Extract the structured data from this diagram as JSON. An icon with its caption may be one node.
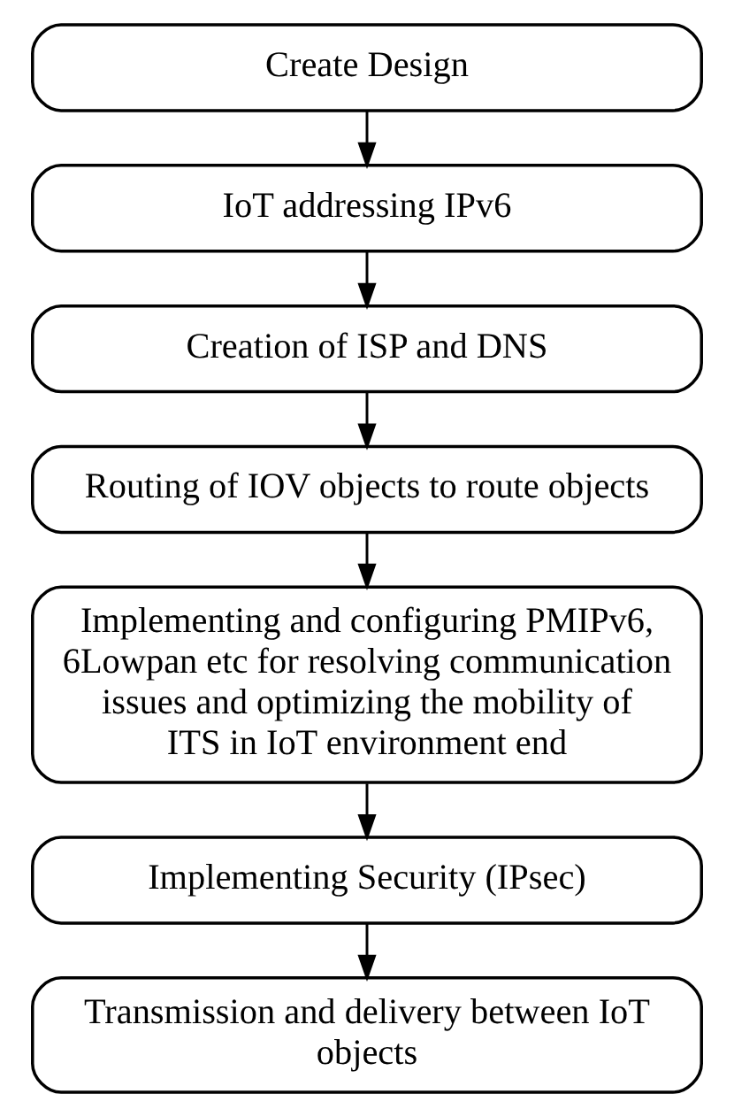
{
  "diagram": {
    "nodes": [
      {
        "text": [
          "Create Design"
        ]
      },
      {
        "text": [
          "IoT addressing IPv6"
        ]
      },
      {
        "text": [
          "Creation of ISP and DNS"
        ]
      },
      {
        "text": [
          "Routing of IOV objects to route objects"
        ]
      },
      {
        "text": [
          "Implementing and configuring PMIPv6, 6Lowpan etc for resolving communication issues and optimizing the mobility of ITS in IoT environment end"
        ]
      },
      {
        "text": [
          "Implementing Security (IPsec)"
        ]
      },
      {
        "text": [
          "Transmission and delivery between IoT objects"
        ]
      }
    ],
    "edges": [
      {
        "from": 0,
        "to": 1,
        "arrow": "to"
      },
      {
        "from": 1,
        "to": 2,
        "arrow": "to"
      },
      {
        "from": 2,
        "to": 3,
        "arrow": "to"
      },
      {
        "from": 3,
        "to": 4,
        "arrow": "to"
      },
      {
        "from": 4,
        "to": 5,
        "arrow": "to"
      },
      {
        "from": 5,
        "to": 6,
        "arrow": "to"
      }
    ]
  }
}
